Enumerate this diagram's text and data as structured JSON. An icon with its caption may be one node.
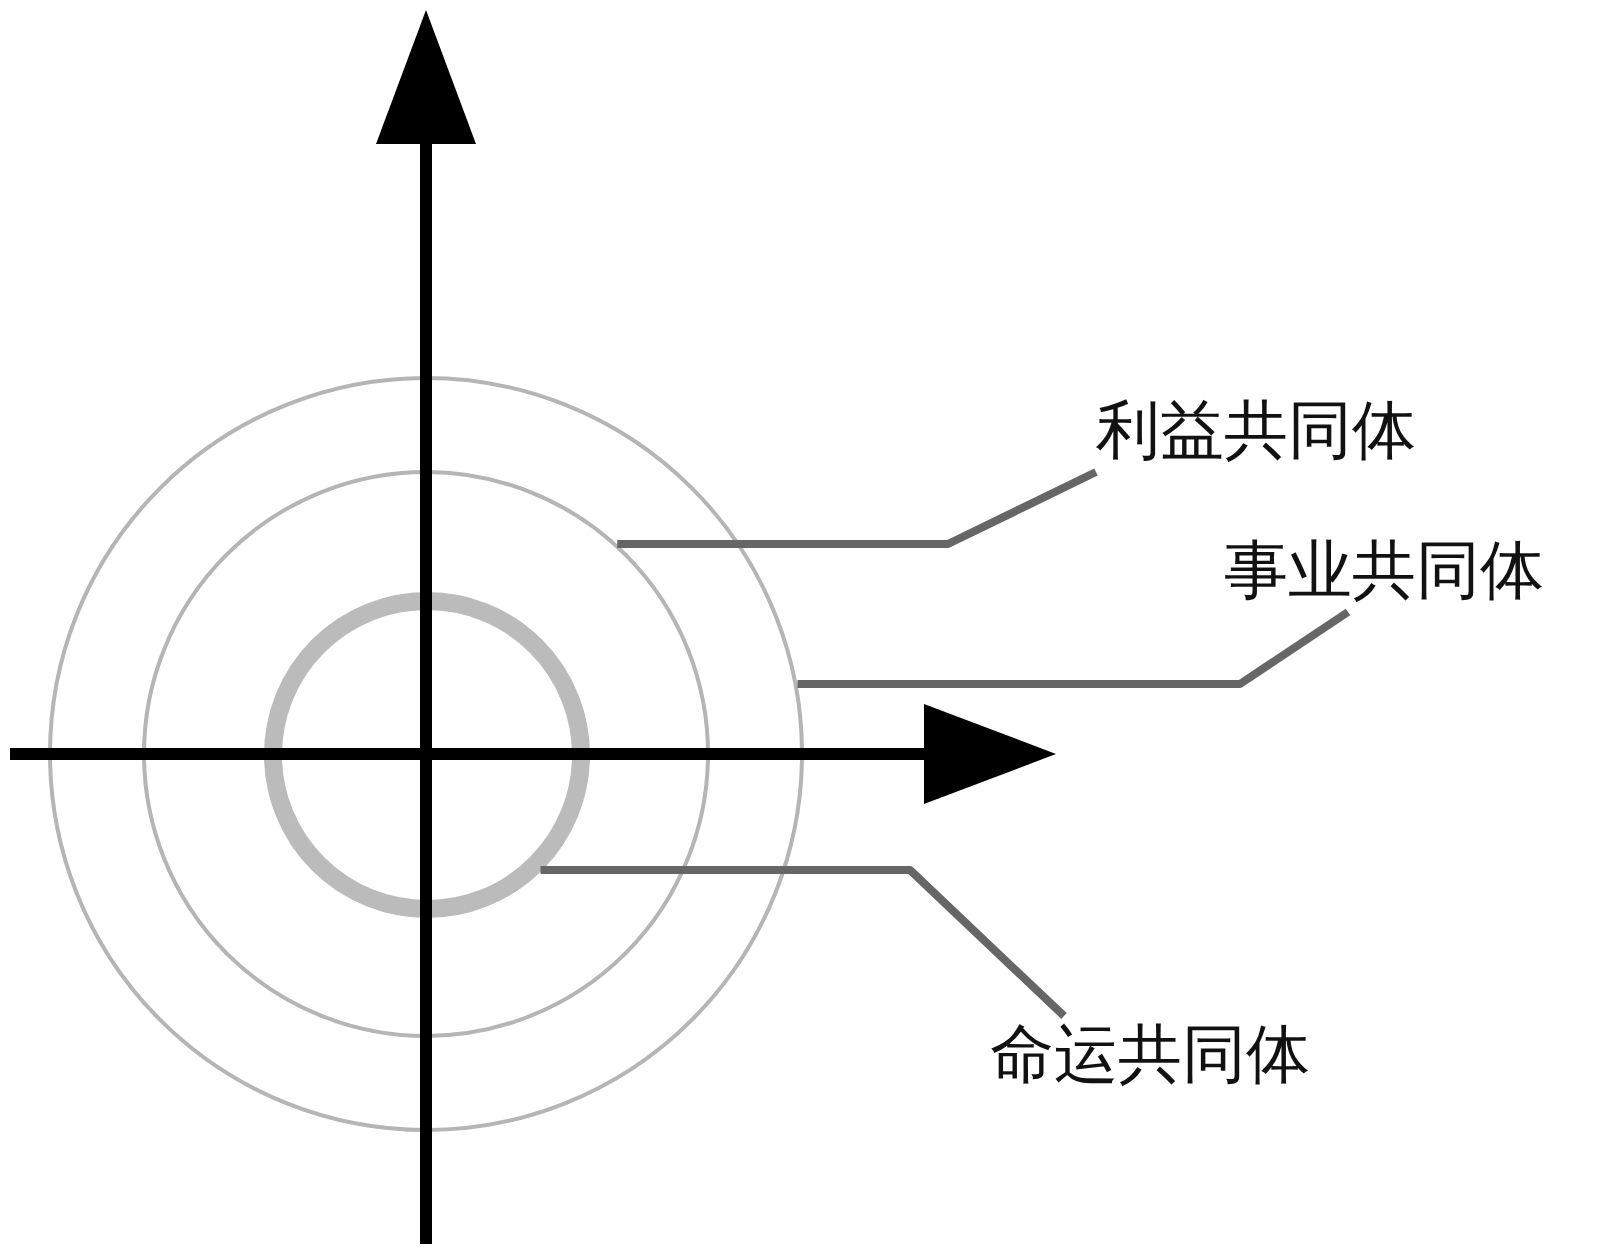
{
  "diagram": {
    "nodes": [
      {
        "text": [
          "利益共同体"
        ]
      },
      {
        "text": [
          "事业共同体"
        ]
      },
      {
        "text": [],
        "shape": "circle"
      },
      {
        "text": [],
        "shape": "circle",
        "in": 2
      },
      {
        "text": [],
        "shape": "circle",
        "in": 3
      },
      {
        "text": [
          "命运共同体"
        ]
      }
    ],
    "edges": [
      {
        "from": 0,
        "to": 3,
        "arrow": "none"
      },
      {
        "from": 1,
        "to": 2,
        "arrow": "none"
      },
      {
        "from": 5,
        "to": 4,
        "arrow": "none"
      }
    ]
  }
}
